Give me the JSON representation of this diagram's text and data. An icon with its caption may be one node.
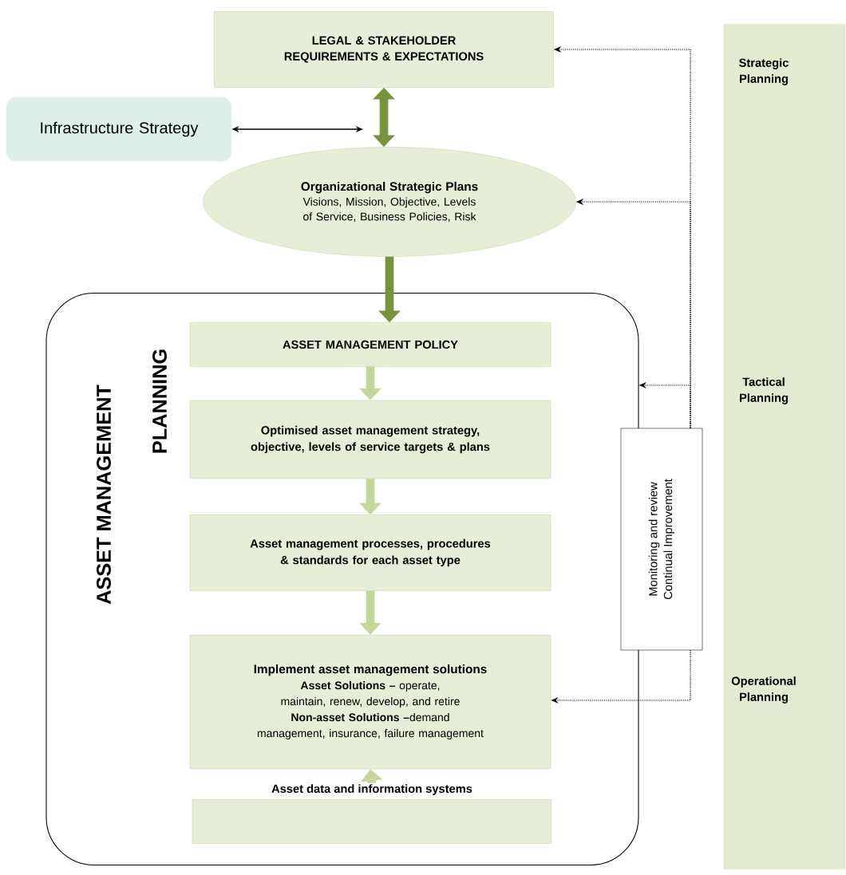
{
  "diagram": {
    "nodes": [
      {
        "text": [
          "LEGAL & STAKEHOLDER REQUIREMENTS & EXPECTATIONS"
        ]
      },
      {
        "text": [
          "Infrastructure Strategy"
        ]
      },
      {
        "text": [
          "Organizational Strategic Plans",
          "Visions, Mission, Objective, Levels of Service, Business Policies, Risk"
        ]
      },
      {
        "text": [
          "ASSET MANAGEMENT",
          "PLANNING"
        ]
      },
      {
        "text": [
          "ASSET MANAGEMENT POLICY"
        ],
        "in": 3
      },
      {
        "text": [
          "Optimised asset management strategy, objective, levels of service targets & plans"
        ],
        "in": 3
      },
      {
        "text": [
          "Asset management processes, procedures & standards for each asset type"
        ],
        "in": 3
      },
      {
        "text": [
          "Implement asset management solutions",
          "**Asset Solutions –** operate, maintain, renew, develop, and retire",
          "**Non-asset Solutions –**demand management, insurance, failure management"
        ],
        "in": 3
      },
      {
        "text": [
          "Asset data and information systems"
        ],
        "in": 3
      },
      {
        "text": [
          "Monitoring and review",
          "Continual Improvement"
        ]
      },
      {
        "text": [
          "Strategic Planning",
          "Tactical Planning",
          "Operational Planning"
        ]
      }
    ],
    "edges": [
      {
        "from": 0,
        "to": 2,
        "arrow": "both",
        "color": "#77933c"
      },
      {
        "from": 1,
        "to": null,
        "arrow": "both"
      },
      {
        "from": 2,
        "to": 4,
        "arrow": "to",
        "color": "#77933c"
      },
      {
        "from": 4,
        "to": 5,
        "arrow": "to",
        "color": "#c3d69b"
      },
      {
        "from": 5,
        "to": 6,
        "arrow": "to",
        "color": "#c3d69b"
      },
      {
        "from": 6,
        "to": 7,
        "arrow": "to",
        "color": "#c3d69b"
      },
      {
        "from": 8,
        "to": 7,
        "arrow": "to",
        "color": "#c3d69b"
      },
      {
        "from": 9,
        "to": 0,
        "arrow": "to",
        "style": "dashed"
      },
      {
        "from": 9,
        "to": 2,
        "arrow": "to",
        "style": "dashed"
      },
      {
        "from": 9,
        "to": 3,
        "arrow": "to",
        "style": "dashed"
      },
      {
        "from": 9,
        "to": 7,
        "arrow": "to",
        "style": "dashed"
      }
    ]
  }
}
